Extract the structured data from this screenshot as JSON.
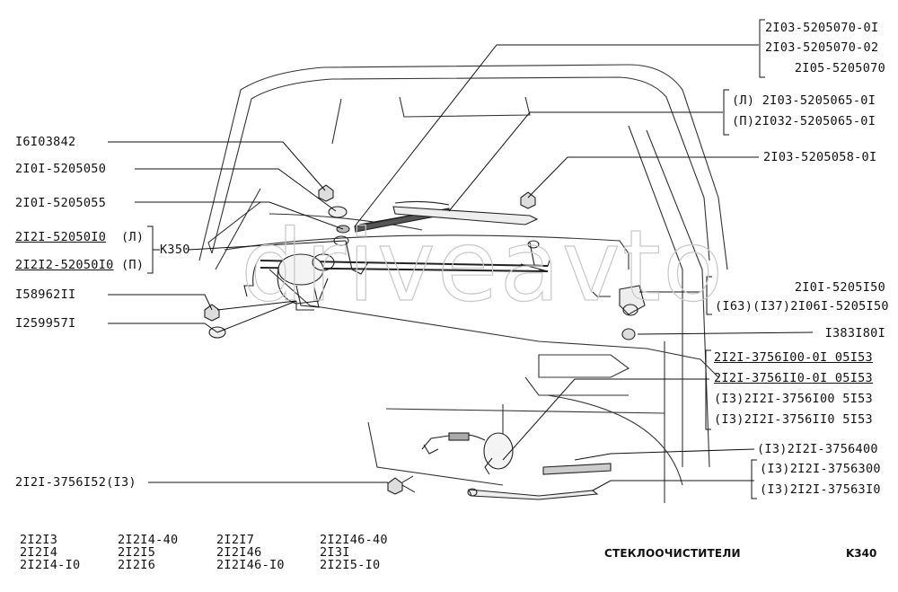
{
  "watermark": "driveavto",
  "part_group_1": [
    "2I03-5205070-0I",
    "2I03-5205070-02",
    "2I05-5205070"
  ],
  "part_group_2": [
    "(Л) 2I03-5205065-0I",
    "(П)2I032-5205065-0I"
  ],
  "label_right_3": "2I03-5205058-0I",
  "part_group_4": [
    "2I0I-5205I50",
    "(I63)(I37)2I06I-5205I50"
  ],
  "label_right_5": "I383I80I",
  "part_group_6": [
    "2I2I-3756I00-0I 05I53",
    "2I2I-3756II0-0I 05I53",
    "(I3)2I2I-3756I00 5I53",
    "(I3)2I2I-3756II0 5I53"
  ],
  "label_right_7": "(I3)2I2I-3756400",
  "part_group_8": [
    "(I3)2I2I-3756300",
    "(I3)2I2I-37563I0"
  ],
  "left_labels": {
    "l1": "I6I03842",
    "l2": "2I0I-5205050",
    "l3": "2I0I-5205055",
    "l4a": "2I2I-52050I0",
    "l4a_suffix": "(Л)",
    "l4b": "2I2I2-52050I0",
    "l4b_suffix": "(П)",
    "l4_code": "K350",
    "l5": "I58962II",
    "l6": "I259957I",
    "l7": "2I2I-3756I52(I3)"
  },
  "models": {
    "col1": [
      "2I2I3",
      "2I2I4",
      "2I2I4-I0"
    ],
    "col2": [
      "2I2I4-40",
      "2I2I5",
      "2I2I6"
    ],
    "col3": [
      "2I2I7",
      "2I2I46",
      "2I2I46-I0"
    ],
    "col4": [
      "2I2I46-40",
      "2I3I",
      "2I2I5-I0"
    ]
  },
  "title": "СТЕКЛООЧИСТИТЕЛИ",
  "page_code": "K340"
}
